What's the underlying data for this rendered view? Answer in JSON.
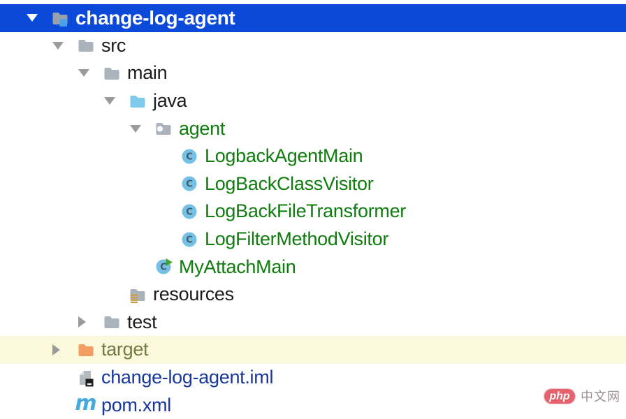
{
  "colors": {
    "selection_background": "#0b49d8",
    "selection_text": "#ffffff",
    "highlight_background": "#fbf8dc",
    "text_default": "#1c1c1e",
    "text_added_green": "#0e7d0e",
    "text_excluded_olive": "#6f7b42",
    "text_modified_blue": "#17379e",
    "folder_gray": "#aab3bc",
    "project_folder_gray": "#97a2ad",
    "project_square_blue": "#4aa3e8",
    "folder_sources_blue": "#7ec9ec",
    "folder_excluded_orange": "#f49d63",
    "resources_bars_gold": "#c9a23f",
    "class_circle_blue": "#74c1e4",
    "class_letter": "#41586a",
    "run_arrow_green": "#3fa535",
    "maven_blue": "#45aade",
    "chevron_gray": "#9b9b9b",
    "watermark_pink": "#e4626e"
  },
  "tree": {
    "rows": [
      {
        "label": "change-log-agent",
        "level": 0,
        "icon": "project-folder",
        "chevron": "open",
        "color": "default",
        "state": "selected"
      },
      {
        "label": "src",
        "level": 1,
        "icon": "folder",
        "chevron": "open",
        "color": "default",
        "state": ""
      },
      {
        "label": "main",
        "level": 2,
        "icon": "folder",
        "chevron": "open",
        "color": "default",
        "state": ""
      },
      {
        "label": "java",
        "level": 3,
        "icon": "folder-sources",
        "chevron": "open",
        "color": "default",
        "state": ""
      },
      {
        "label": "agent",
        "level": 4,
        "icon": "package",
        "chevron": "open",
        "color": "green",
        "state": ""
      },
      {
        "label": "LogbackAgentMain",
        "level": 5,
        "icon": "class",
        "chevron": "none",
        "color": "green",
        "state": ""
      },
      {
        "label": "LogBackClassVisitor",
        "level": 5,
        "icon": "class",
        "chevron": "none",
        "color": "green",
        "state": ""
      },
      {
        "label": "LogBackFileTransformer",
        "level": 5,
        "icon": "class",
        "chevron": "none",
        "color": "green",
        "state": ""
      },
      {
        "label": "LogFilterMethodVisitor",
        "level": 5,
        "icon": "class",
        "chevron": "none",
        "color": "green",
        "state": ""
      },
      {
        "label": "MyAttachMain",
        "level": 4,
        "icon": "class-run",
        "chevron": "none",
        "color": "green",
        "state": ""
      },
      {
        "label": "resources",
        "level": 3,
        "icon": "folder-resources",
        "chevron": "none",
        "color": "default",
        "state": ""
      },
      {
        "label": "test",
        "level": 2,
        "icon": "folder",
        "chevron": "collapsed",
        "color": "default",
        "state": ""
      },
      {
        "label": "target",
        "level": 1,
        "icon": "folder-excluded",
        "chevron": "collapsed",
        "color": "olive",
        "state": "highlighted"
      },
      {
        "label": "change-log-agent.iml",
        "level": 1,
        "icon": "iml-file",
        "chevron": "none",
        "color": "blue",
        "state": ""
      },
      {
        "label": "pom.xml",
        "level": 1,
        "icon": "maven",
        "chevron": "none",
        "color": "blue",
        "state": ""
      }
    ]
  },
  "watermark": {
    "badge": "php",
    "text": "中文网"
  }
}
